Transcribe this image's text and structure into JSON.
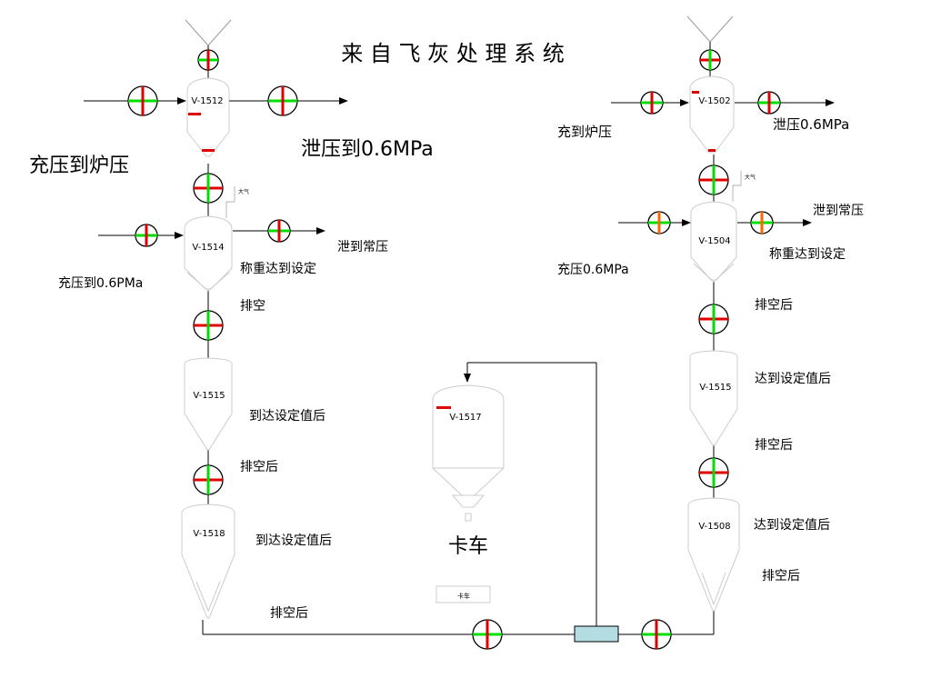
{
  "title": "来 自 飞 灰 处 理 系 统",
  "colors": {
    "line": "#000000",
    "valve_red": "#e00000",
    "valve_green": "#00dd00",
    "valve_orange": "#ff6600",
    "pipe_box": "#b3dde3"
  },
  "vessels": {
    "v1512": "V-1512",
    "v1514": "V-1514",
    "v1515_left": "V-1515",
    "v1518": "V-1518",
    "v1517": "V-1517",
    "v1502": "V-1502",
    "v1504": "V-1504",
    "v1515_right": "V-1515",
    "v1508": "V-1508"
  },
  "labels": {
    "left_charge_furnace": "充压到炉压",
    "left_vent_06": "泄压到0.6MPa",
    "left_vent_atm": "泄到常压",
    "left_charge_06": "充压到0.6PMa",
    "left_weigh": "称重达到设定",
    "left_empty": "排空",
    "left_reach_1": "到达设定值后",
    "left_empty_after_1": "排空后",
    "left_reach_2": "到达设定值后",
    "left_empty_after_2": "排空后",
    "atm_small_left": "大气",
    "truck_big": "卡车",
    "truck_small": "卡车",
    "right_charge_furnace": "充到炉压",
    "right_vent_06": "泄压0.6MPa",
    "right_vent_atm": "泄到常压",
    "right_weigh": "称重达到设定",
    "right_charge_06": "充压0.6MPa",
    "right_empty_after_1": "排空后",
    "right_reach_1": "达到设定值后",
    "right_empty_after_2": "排空后",
    "right_reach_2": "达到设定值后",
    "right_empty_after_3": "排空后",
    "atm_small_right": "大气"
  }
}
